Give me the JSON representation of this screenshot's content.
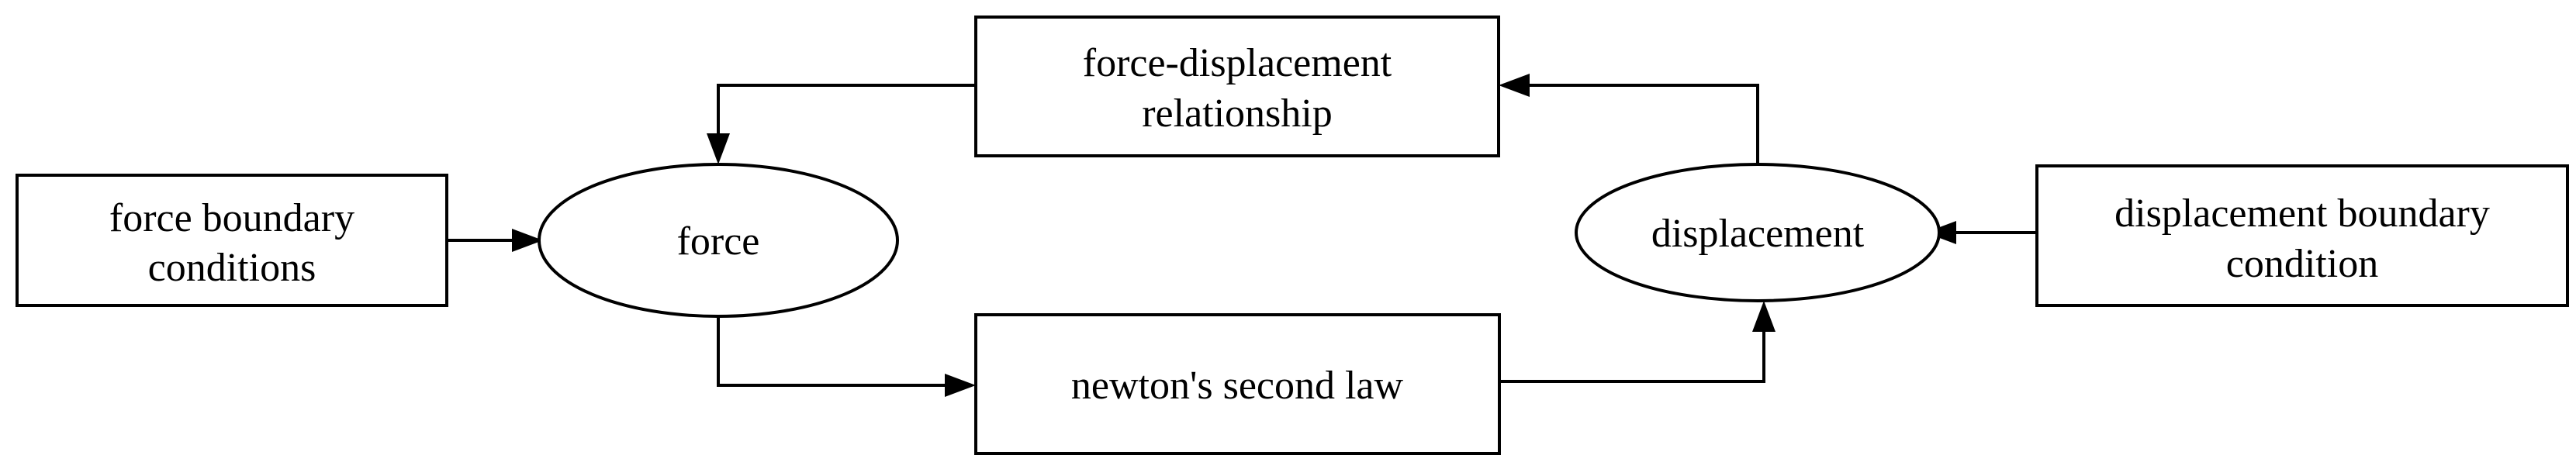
{
  "diagram": {
    "nodes": {
      "force_boundary_conditions": {
        "line1": "force boundary",
        "line2": "conditions"
      },
      "force": {
        "label": "force"
      },
      "force_displacement_relationship": {
        "line1": "force-displacement",
        "line2": "relationship"
      },
      "newtons_second_law": {
        "label": "newton's second law"
      },
      "displacement": {
        "label": "displacement"
      },
      "displacement_boundary_condition": {
        "line1": "displacement boundary",
        "line2": "condition"
      }
    },
    "edges": [
      {
        "from": "force_boundary_conditions",
        "to": "force"
      },
      {
        "from": "force",
        "to": "newtons_second_law"
      },
      {
        "from": "newtons_second_law",
        "to": "displacement"
      },
      {
        "from": "displacement",
        "to": "force_displacement_relationship"
      },
      {
        "from": "force_displacement_relationship",
        "to": "force"
      },
      {
        "from": "displacement_boundary_condition",
        "to": "displacement"
      }
    ]
  }
}
